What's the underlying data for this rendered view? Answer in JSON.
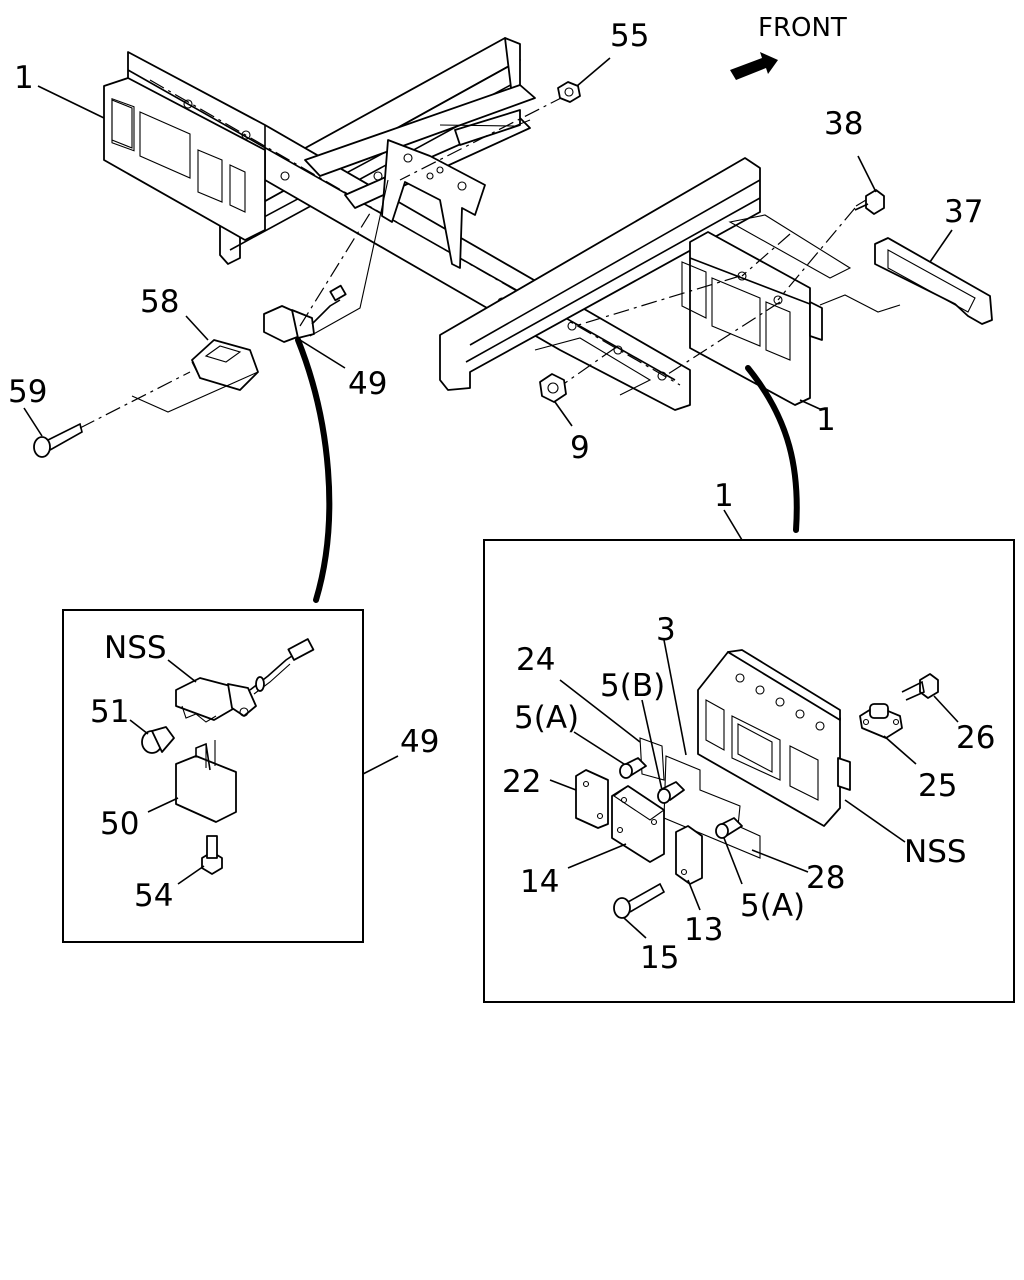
{
  "diagram": {
    "orientation_label": "FRONT",
    "callouts": {
      "frame_top_left": "1",
      "nut_55": "55",
      "bolt_38": "38",
      "cover_37": "37",
      "holder_58": "58",
      "screw_59": "59",
      "sensor_49": "49",
      "nut_9": "9",
      "bracket_right": "1",
      "detail_box_ref": "1",
      "part_3": "3",
      "part_24": "24",
      "part_5b": "5(B)",
      "part_5a_upper": "5(A)",
      "part_22": "22",
      "part_14": "14",
      "part_13": "13",
      "part_15": "15",
      "part_28": "28",
      "part_5a_lower": "5(A)",
      "part_26": "26",
      "part_25": "25",
      "nss_right": "NSS",
      "nss_left": "NSS",
      "part_51": "51",
      "part_50": "50",
      "part_54": "54",
      "detail_49_ref": "49"
    }
  }
}
